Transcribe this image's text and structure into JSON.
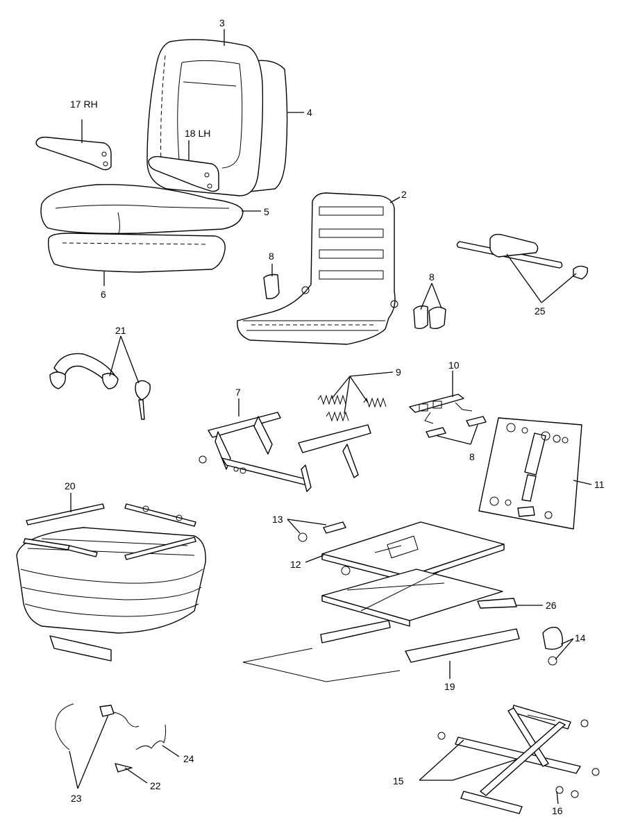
{
  "diagram": {
    "labels": {
      "p2": "2",
      "p3": "3",
      "p4": "4",
      "p5": "5",
      "p6": "6",
      "p7": "7",
      "p8a": "8",
      "p8b": "8",
      "p8c": "8",
      "p9": "9",
      "p10": "10",
      "p11": "11",
      "p12": "12",
      "p13": "13",
      "p14": "14",
      "p15": "15",
      "p16": "16",
      "p17": "17 RH",
      "p18": "18 LH",
      "p19": "19",
      "p20": "20",
      "p21": "21",
      "p22": "22",
      "p23": "23",
      "p24": "24",
      "p25": "25",
      "p26": "26"
    },
    "colors": {
      "line": "#000000",
      "background": "#ffffff"
    }
  }
}
